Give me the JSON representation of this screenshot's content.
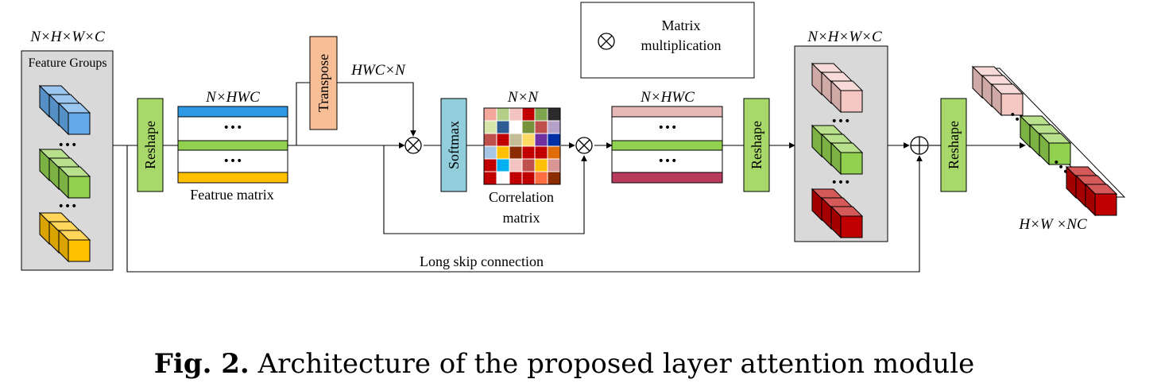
{
  "labels": {
    "dims_input": "N×H×W×C",
    "feature_groups": "Feature Groups",
    "dims_nhwc_1": "N×HWC",
    "feature_matrix": "Featrue matrix",
    "dims_hwcn": "HWC×N",
    "dims_nn": "N×N",
    "correlation_matrix_line1": "Correlation",
    "correlation_matrix_line2": "matrix",
    "dims_nhwc_2": "N×HWC",
    "dims_output": "N×H×W×C",
    "dims_final": "H×W ×NC",
    "long_skip": "Long skip connection",
    "ellipsis": "•••"
  },
  "blocks": {
    "reshape": "Reshape",
    "transpose": "Transpose",
    "softmax": "Softmax"
  },
  "legend": {
    "symbol": "⊗",
    "line1": "Matrix",
    "line2": "multiplication"
  },
  "caption": {
    "bold": "Fig. 2.",
    "text": " Architecture of the proposed layer attention module"
  },
  "colors": {
    "blue_cube": "#63a8e8",
    "green_cube": "#92d050",
    "yellow_cube": "#ffc000",
    "pink_cube": "#f4c7c3",
    "red_cube": "#c00000",
    "reshape_block": "#a9d86a",
    "transpose_block": "#f8be96",
    "softmax_block": "#92cddc",
    "panel_gray": "#d9d9d9"
  },
  "correlation_grid": [
    [
      "#f4a89b",
      "#b5cf89",
      "#f3c3c0",
      "#c00000",
      "#7ea64e",
      "#2b2b2b"
    ],
    [
      "#d6e6a8",
      "#2e5d93",
      "#ffffff",
      "#76933c",
      "#c0504d",
      "#b5a1c8"
    ],
    [
      "#c0504d",
      "#c00000",
      "#c4bd97",
      "#ffd966",
      "#7030a0",
      "#002fa7"
    ],
    [
      "#a6c7e3",
      "#ffc000",
      "#8b2d00",
      "#c00000",
      "#c00000",
      "#e26b0a"
    ],
    [
      "#c00000",
      "#00b0f0",
      "#f3c3c0",
      "#c0504d",
      "#ffc000",
      "#d99694"
    ],
    [
      "#c00000",
      "#ffffff",
      "#c00000",
      "#c00000",
      "#ff6d43",
      "#8b2d00"
    ]
  ]
}
